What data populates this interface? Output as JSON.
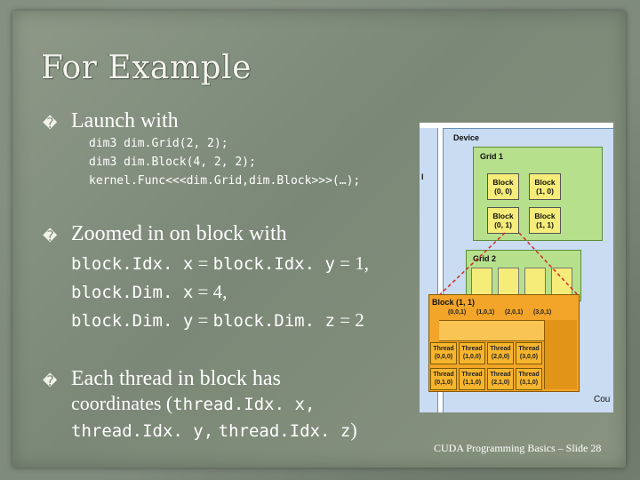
{
  "slide": {
    "title": "For Example",
    "bullet_glyph": "�",
    "bullets": [
      {
        "text": "Launch with",
        "code_lines": [
          "dim3 dim.Grid(2, 2);",
          "dim3 dim.Block(4, 2, 2);",
          "kernel.Func<<<dim.Grid,dim.Block>>>(…);"
        ]
      },
      {
        "text": "Zoomed in on block with",
        "lines": [
          {
            "c1": "block.Idx. x",
            "t1": " = ",
            "c2": "block.Idx. y",
            "t2": " = 1,"
          },
          {
            "c1": "block.Dim. x",
            "t1": " = 4,"
          },
          {
            "c1": "block.Dim. y",
            "t1": " = ",
            "c2": "block.Dim. z",
            "t2": " = 2"
          }
        ]
      },
      {
        "text": "Each thread in block has",
        "line2_text": "coordinates (",
        "line2_code": "thread.Idx. x,",
        "line3_code1": "thread.Idx. y,",
        "line3_code2": "thread.Idx. z",
        "line3_end": ")"
      }
    ],
    "footer": "CUDA Programming Basics – Slide 28"
  },
  "diagram": {
    "device_label": "Device",
    "grid1_label": "Grid 1",
    "grid2_label": "Grid 2",
    "block_label": "Block (1, 1)",
    "cut_label": "Cou",
    "cut_left_label": "l",
    "grid1_blocks": [
      "Block\n(0, 0)",
      "Block\n(1, 0)",
      "Block\n(0, 1)",
      "Block\n(1, 1)"
    ],
    "top_labels": [
      "(0,0,1)",
      "(1,0,1)",
      "(2,0,1)",
      "(3,0,1)"
    ],
    "threads": [
      "Thread\n(0,0,0)",
      "Thread\n(1,0,0)",
      "Thread\n(2,0,0)",
      "Thread\n(3,0,0)",
      "Thread\n(0,1,0)",
      "Thread\n(1,1,0)",
      "Thread\n(2,1,0)",
      "Thread\n(3,1,0)"
    ],
    "colors": {
      "device_bg": "#c9dcf2",
      "grid_bg": "#b7e08c",
      "block_yellow": "#f5ec7a",
      "cube_orange": "#f7b52e",
      "dashed_red": "#d22a2a"
    }
  }
}
